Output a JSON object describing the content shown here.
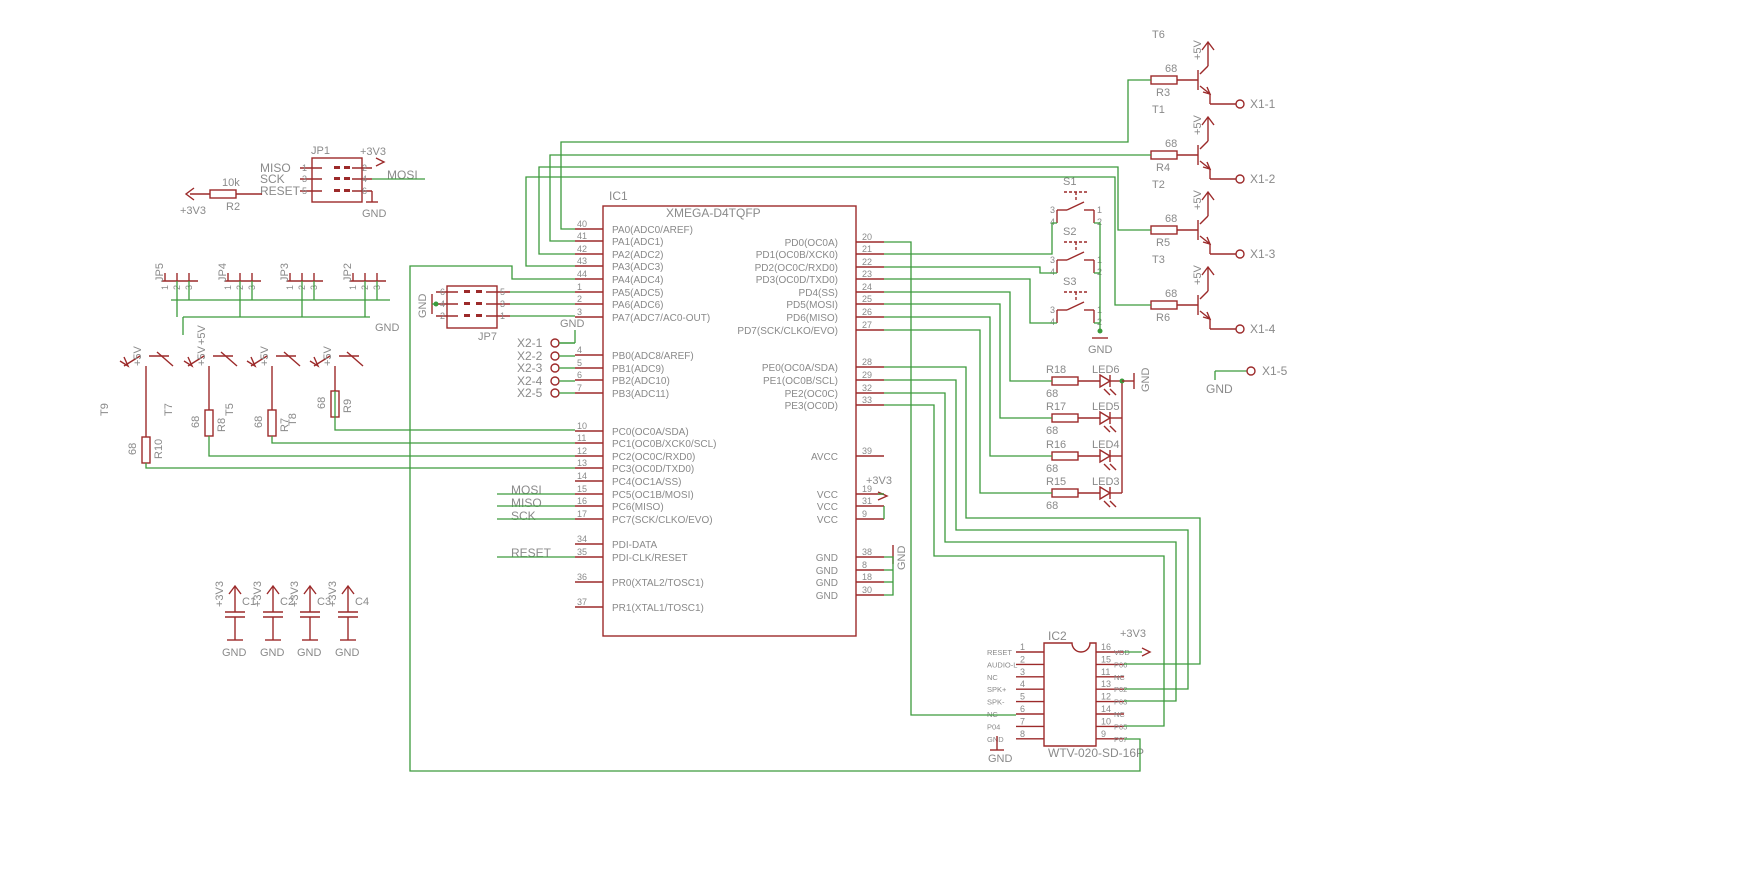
{
  "ic1": {
    "name": "IC1",
    "value": "XMEGA-D4TQFP",
    "left_pins": [
      {
        "num": "40",
        "label": "PA0(ADC0/AREF)"
      },
      {
        "num": "41",
        "label": "PA1(ADC1)"
      },
      {
        "num": "42",
        "label": "PA2(ADC2)"
      },
      {
        "num": "43",
        "label": "PA3(ADC3)"
      },
      {
        "num": "44",
        "label": "PA4(ADC4)"
      },
      {
        "num": "1",
        "label": "PA5(ADC5)"
      },
      {
        "num": "2",
        "label": "PA6(ADC6)"
      },
      {
        "num": "3",
        "label": "PA7(ADC7/AC0-OUT)"
      },
      {
        "num": "4",
        "label": "PB0(ADC8/AREF)"
      },
      {
        "num": "5",
        "label": "PB1(ADC9)"
      },
      {
        "num": "6",
        "label": "PB2(ADC10)"
      },
      {
        "num": "7",
        "label": "PB3(ADC11)"
      },
      {
        "num": "10",
        "label": "PC0(OC0A/SDA)"
      },
      {
        "num": "11",
        "label": "PC1(OC0B/XCK0/SCL)"
      },
      {
        "num": "12",
        "label": "PC2(OC0C/RXD0)"
      },
      {
        "num": "13",
        "label": "PC3(OC0D/TXD0)"
      },
      {
        "num": "14",
        "label": "PC4(OC1A/SS)"
      },
      {
        "num": "15",
        "label": "PC5(OC1B/MOSI)"
      },
      {
        "num": "16",
        "label": "PC6(MISO)"
      },
      {
        "num": "17",
        "label": "PC7(SCK/CLKO/EVO)"
      },
      {
        "num": "34",
        "label": "PDI-DATA"
      },
      {
        "num": "35",
        "label": "PDI-CLK/RESET"
      },
      {
        "num": "36",
        "label": "PR0(XTAL2/TOSC1)"
      },
      {
        "num": "37",
        "label": "PR1(XTAL1/TOSC1)"
      }
    ],
    "right_pins": [
      {
        "num": "20",
        "label": "PD0(OC0A)"
      },
      {
        "num": "21",
        "label": "PD1(OC0B/XCK0)"
      },
      {
        "num": "22",
        "label": "PD2(OC0C/RXD0)"
      },
      {
        "num": "23",
        "label": "PD3(OC0D/TXD0)"
      },
      {
        "num": "24",
        "label": "PD4(SS)"
      },
      {
        "num": "25",
        "label": "PD5(MOSI)"
      },
      {
        "num": "26",
        "label": "PD6(MISO)"
      },
      {
        "num": "27",
        "label": "PD7(SCK/CLKO/EVO)"
      },
      {
        "num": "28",
        "label": "PE0(OC0A/SDA)"
      },
      {
        "num": "29",
        "label": "PE1(OC0B/SCL)"
      },
      {
        "num": "32",
        "label": "PE2(OC0C)"
      },
      {
        "num": "33",
        "label": "PE3(OC0D)"
      },
      {
        "num": "39",
        "label": "AVCC"
      },
      {
        "num": "19",
        "label": "VCC"
      },
      {
        "num": "31",
        "label": "VCC"
      },
      {
        "num": "9",
        "label": "VCC"
      },
      {
        "num": "38",
        "label": "GND"
      },
      {
        "num": "8",
        "label": "GND"
      },
      {
        "num": "18",
        "label": "GND"
      },
      {
        "num": "30",
        "label": "GND"
      }
    ]
  },
  "ic2": {
    "name": "IC2",
    "value": "WTV-020-SD-16P",
    "left_pins": [
      {
        "num": "1",
        "label": "RESET"
      },
      {
        "num": "2",
        "label": "AUDIO-L"
      },
      {
        "num": "3",
        "label": "NC"
      },
      {
        "num": "4",
        "label": "SPK+"
      },
      {
        "num": "5",
        "label": "SPK-"
      },
      {
        "num": "6",
        "label": "NC"
      },
      {
        "num": "7",
        "label": "P04"
      },
      {
        "num": "8",
        "label": "GND"
      }
    ],
    "right_pins": [
      {
        "num": "16",
        "label": "VDD"
      },
      {
        "num": "15",
        "label": "P06"
      },
      {
        "num": "11",
        "label": "NC"
      },
      {
        "num": "13",
        "label": "P02"
      },
      {
        "num": "12",
        "label": "P03"
      },
      {
        "num": "14",
        "label": "NC"
      },
      {
        "num": "10",
        "label": "P05"
      },
      {
        "num": "9",
        "label": "P07"
      }
    ],
    "vdd_label": "+3V3",
    "gnd_label": "GND"
  },
  "jp1": {
    "name": "JP1",
    "left_signals": [
      "MISO",
      "SCK",
      "RESET"
    ],
    "left_nums": [
      "1",
      "3",
      "5"
    ],
    "right_nums": [
      "2",
      "4",
      "6"
    ],
    "right_signals": [
      "+3V3",
      "MOSI",
      "GND"
    ]
  },
  "r2": {
    "name": "R2",
    "value": "10k",
    "supply": "+3V3"
  },
  "jp7": {
    "name": "JP7",
    "left_nums": [
      "6",
      "4",
      "2"
    ],
    "right_nums": [
      "5",
      "3",
      "1"
    ],
    "gnd": "GND"
  },
  "x2": {
    "labels": [
      "X2-1",
      "X2-2",
      "X2-3",
      "X2-4",
      "X2-5"
    ],
    "gnd": "GND"
  },
  "headers": {
    "names": [
      "JP5",
      "JP4",
      "JP3",
      "JP2"
    ],
    "pins": [
      "1",
      "2",
      "3"
    ],
    "gnd": "GND",
    "supply": "+5V"
  },
  "left_transistors": {
    "names": [
      "T9",
      "T7",
      "T5",
      "T8"
    ],
    "supply": "+5V",
    "resistors": [
      {
        "name": "R10",
        "value": "68"
      },
      {
        "name": "R8",
        "value": "68"
      },
      {
        "name": "R7",
        "value": "68"
      },
      {
        "name": "R9",
        "value": "68"
      }
    ]
  },
  "drivers": [
    {
      "transistor": "T6",
      "resistor": "R3",
      "value": "68",
      "supply": "+5V",
      "output": "X1-1"
    },
    {
      "transistor": "T1",
      "resistor": "R4",
      "value": "68",
      "supply": "+5V",
      "output": "X1-2"
    },
    {
      "transistor": "T2",
      "resistor": "R5",
      "value": "68",
      "supply": "+5V",
      "output": "X1-3"
    },
    {
      "transistor": "T3",
      "resistor": "R6",
      "value": "68",
      "supply": "+5V",
      "output": "X1-4"
    }
  ],
  "x1_5": {
    "label": "X1-5",
    "gnd": "GND"
  },
  "switches": {
    "names": [
      "S1",
      "S2",
      "S3"
    ],
    "pins_left": [
      "3",
      "4"
    ],
    "pins_right": [
      "1",
      "2"
    ],
    "gnd": "GND"
  },
  "leds": [
    {
      "resistor": "R18",
      "value": "68",
      "led": "LED6"
    },
    {
      "resistor": "R17",
      "value": "68",
      "led": "LED5"
    },
    {
      "resistor": "R16",
      "value": "68",
      "led": "LED4"
    },
    {
      "resistor": "R15",
      "value": "68",
      "led": "LED3"
    }
  ],
  "led_gnd": "GND",
  "ic1_power": {
    "vcc": "+3V3",
    "gnd": "GND"
  },
  "spi_nets": [
    "MOSI",
    "MISO",
    "SCK",
    "RESET"
  ],
  "caps": {
    "names": [
      "C1",
      "C2",
      "C3",
      "C4"
    ],
    "supply": "+3V3",
    "gnd": "GND"
  }
}
